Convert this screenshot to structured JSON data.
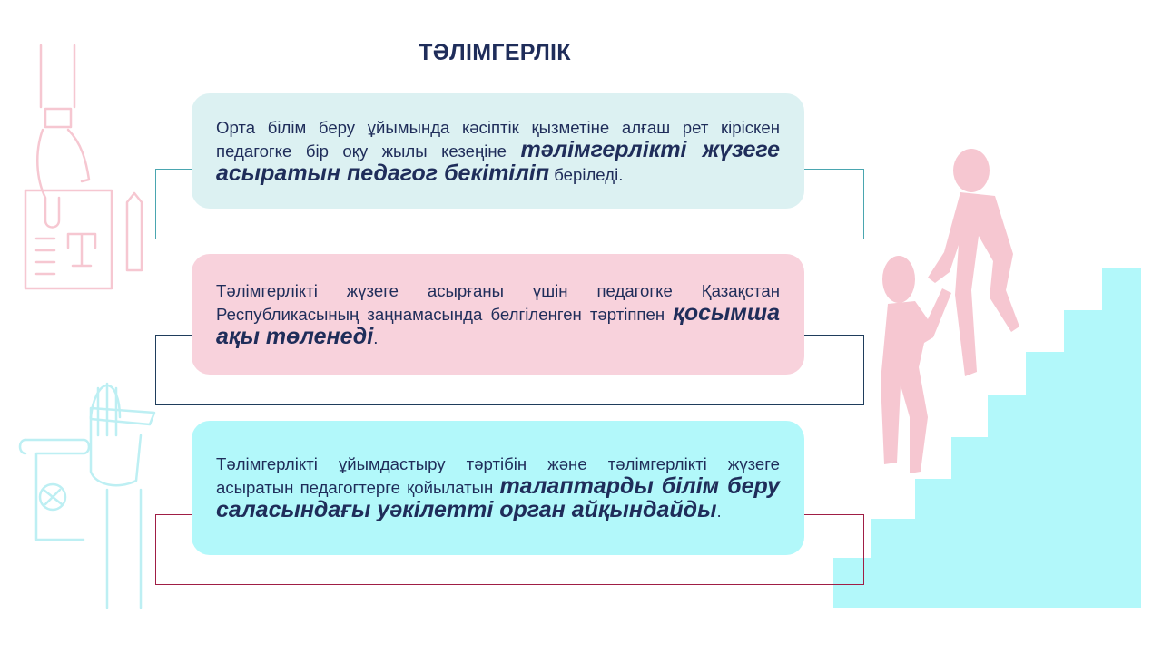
{
  "slide": {
    "title": "ТӘЛІМГЕРЛІК"
  },
  "cards": [
    {
      "text_plain": "Орта білім беру ұйымында кәсіптік қызметіне алғаш рет кірiскен педагогке бір оқу жылы кезеңіне ",
      "text_emphasis": "тәлімгерлікті жүзеге асыратын педагог бекітіліп",
      "text_tail": " беріледі.",
      "background": "#dcf1f2",
      "outline_color": "#4aa6b0"
    },
    {
      "text_plain": "Тәлімгерлікті жүзеге асырғаны үшін педагогке Қазақстан Республикасының заңнамасында белгіленген тәртіппен ",
      "text_emphasis": "қосымша ақы төленеді",
      "text_tail": ".",
      "background": "#f8d2dc",
      "outline_color": "#1f3d5c"
    },
    {
      "text_plain": "Тәлімгерлікті ұйымдастыру тәртібін және тәлімгерлікті жүзеге асыратын педагогтерге қойылатын ",
      "text_emphasis": "талаптарды білім беру саласындағы уәкілетті орган айқындайды",
      "text_tail": ".",
      "background": "#b2f8fa",
      "outline_color": "#a01e45"
    }
  ],
  "colors": {
    "text": "#1f2d5a",
    "pink_decor": "#f6c7d1",
    "cyan_decor": "#b2f8fa",
    "line_decor": "#bdeff3"
  },
  "decorations": [
    "hand-document-icon",
    "hand-writing-icon",
    "people-climbing-stairs-icon"
  ]
}
